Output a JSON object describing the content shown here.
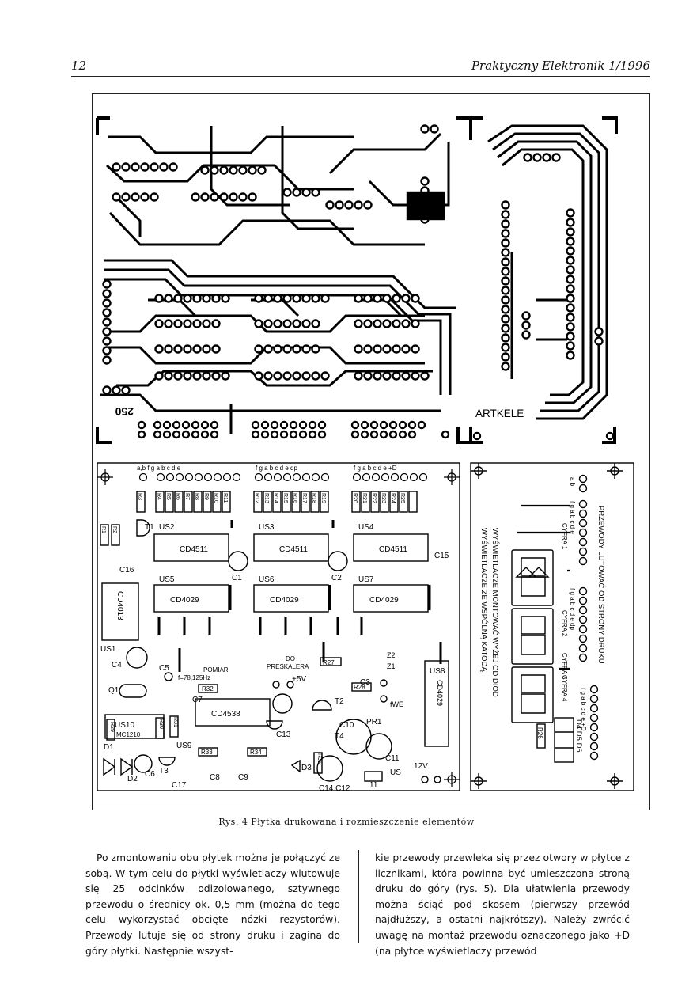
{
  "header": {
    "page_number": "12",
    "journal": "Praktyczny Elektronik 1/1996"
  },
  "figure": {
    "pcb_top": {
      "code": "250",
      "brand": "ARTKELE"
    },
    "layout": {
      "pin_labels_1": "a,b  f  g  a  b  c  d  e",
      "pin_labels_2": "f  g  a  b  c  d  e  dp",
      "pin_labels_3": "f  g  a  b  c  d  e  +D",
      "chips": {
        "us2": "US2",
        "us3": "US3",
        "us4": "US4",
        "cd4511": "CD4511",
        "us5": "US5",
        "us6": "US6",
        "us7": "US7",
        "cd4029": "CD4029",
        "cd4013": "CD4013",
        "us1": "US1",
        "us8": "US8",
        "us9": "US9",
        "cd4538": "CD4538",
        "us10": "US10",
        "mc1210": "MC1210"
      },
      "resistors": [
        "R3",
        "R4",
        "R5",
        "R6",
        "R7",
        "R8",
        "R9",
        "R10",
        "R11",
        "R12",
        "R13",
        "R14",
        "R15",
        "R16",
        "R17",
        "R18",
        "R19",
        "R20",
        "R21",
        "R22",
        "R23",
        "R24",
        "R25"
      ],
      "labels": {
        "t1": "T1",
        "r1": "R1",
        "r2": "R2",
        "c1": "C1",
        "c2": "C2",
        "c15": "C15",
        "c16": "C16",
        "c4": "C4",
        "c5": "C5",
        "q1": "Q1",
        "pomiar": "POMIAR",
        "freq": "f=78,125Hz",
        "do": "DO",
        "preskalera": "PRESKALERA",
        "plus5v": "+5V",
        "r27": "R27",
        "c3": "C3",
        "c7": "C7",
        "r32": "R32",
        "t2": "T2",
        "r28": "R28",
        "fwe": "fWE",
        "z1": "Z1",
        "z2": "Z2",
        "r29": "R29",
        "r30": "R30",
        "r31": "R31",
        "c10": "C10",
        "pr1": "PR1",
        "c13": "C13",
        "t4": "T4",
        "r33": "R33",
        "r34": "R34",
        "d1": "D1",
        "d2": "D2",
        "c6": "C6",
        "t3": "T3",
        "c17": "C17",
        "c8": "C8",
        "c9": "C9",
        "d3": "D3",
        "r35": "R35",
        "c11": "C11",
        "us11": "US",
        "v12": "12V",
        "c14c12": "C14 C12",
        "eleven": "11"
      }
    },
    "display": {
      "przewody": "PRZEWODY LUTOWAĆ OD STRONY DRUKU",
      "wysw1": "WYŚWIETLACZE ZE WSPÓLNĄ KATODĄ",
      "wysw2": "WYŚWIETLACZE MONTOWAĆ WYŻEJ OD DIOD",
      "cyfra1": "CYFRA 1",
      "cyfra2": "CYFRA 2",
      "cyfra3": "CYFRA 3",
      "cyfra4": "CYFRA 4",
      "r26": "R26",
      "diodes": "D4 D5 D6",
      "seg1": "a b",
      "seg2": "f g a b c d e",
      "seg3": "f g a b c d e dp",
      "seg4": "f g a b c d e +D"
    }
  },
  "caption": "Rys. 4 Płytka drukowana i rozmieszczenie elementów",
  "body": {
    "col1": "Po zmontowaniu obu płytek można je połączyć ze sobą. W tym celu do płytki wyświetlaczy wlutowuje się 25 odcinków odizolowanego, sztywnego przewodu o średnicy ok. 0,5 mm (można do tego celu wykorzystać obcięte nóżki rezystorów). Przewody lutuje się od strony druku i zagina do góry płytki. Następnie wszyst-",
    "col2": "kie przewody przewleka się przez otwory w płytce z licznikami, która powinna być umieszczona stroną druku do góry (rys. 5). Dla ułatwienia przewody można ściąć pod skosem (pierwszy przewód najdłuższy, a ostatni najkrótszy). Należy zwrócić uwagę na montaż przewodu oznaczonego jako +D (na płytce wyświetlaczy przewód"
  }
}
